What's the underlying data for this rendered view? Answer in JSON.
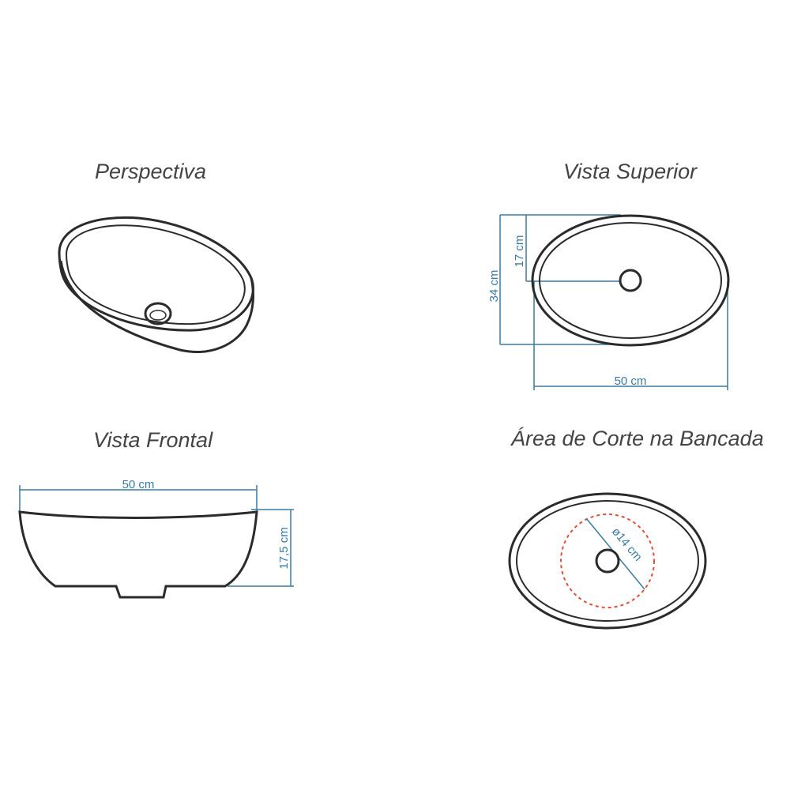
{
  "titles": {
    "perspective": "Perspectiva",
    "top_view": "Vista Superior",
    "front_view": "Vista Frontal",
    "cut_area": "Área de Corte na Bancada"
  },
  "dimensions": {
    "top_half_depth": "17 cm",
    "top_depth": "34 cm",
    "top_width": "50 cm",
    "front_width": "50 cm",
    "front_height": "17,5 cm",
    "cut_diameter": "ø14 cm"
  },
  "colors": {
    "outline": "#2b2b2b",
    "dimension": "#3a7b9f",
    "cut_circle": "#e0503a"
  }
}
